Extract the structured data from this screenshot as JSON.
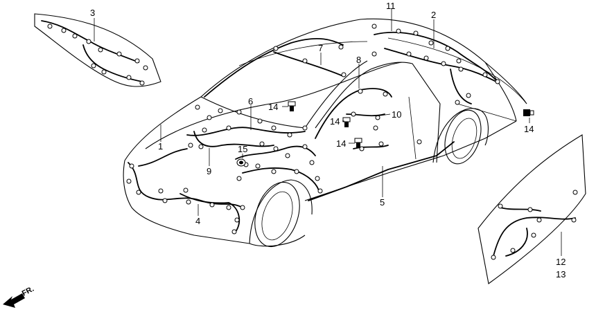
{
  "diagram": {
    "direction_label": "FR.",
    "direction_icon": "arrow-front-icon",
    "callouts": [
      {
        "id": "callout-1",
        "text": "1"
      },
      {
        "id": "callout-2",
        "text": "2"
      },
      {
        "id": "callout-3",
        "text": "3"
      },
      {
        "id": "callout-4",
        "text": "4"
      },
      {
        "id": "callout-5",
        "text": "5"
      },
      {
        "id": "callout-6",
        "text": "6"
      },
      {
        "id": "callout-7",
        "text": "7"
      },
      {
        "id": "callout-8",
        "text": "8"
      },
      {
        "id": "callout-9",
        "text": "9"
      },
      {
        "id": "callout-10",
        "text": "10"
      },
      {
        "id": "callout-11",
        "text": "11"
      },
      {
        "id": "callout-12",
        "text": "12"
      },
      {
        "id": "callout-13",
        "text": "13"
      },
      {
        "id": "callout-14a",
        "text": "14"
      },
      {
        "id": "callout-14b",
        "text": "14"
      },
      {
        "id": "callout-14c",
        "text": "14"
      },
      {
        "id": "callout-14d",
        "text": "14"
      },
      {
        "id": "callout-15",
        "text": "15"
      }
    ]
  }
}
